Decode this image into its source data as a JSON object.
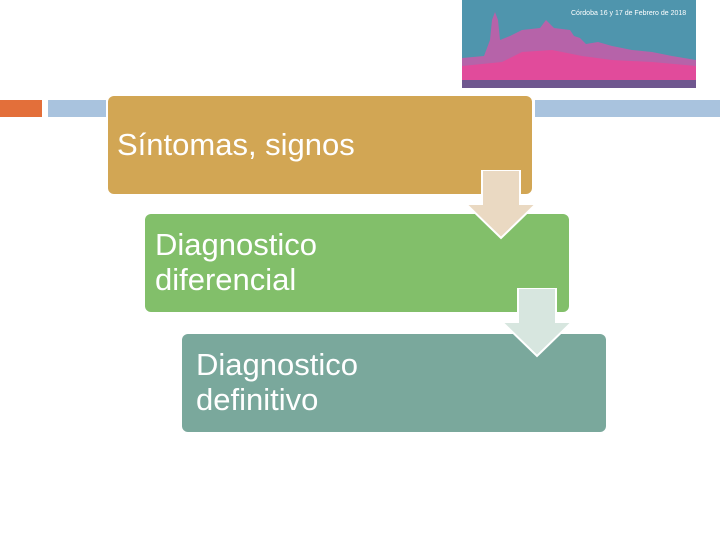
{
  "banner": {
    "text": "Córdoba 16 y 17 de Febrero de 2018"
  },
  "steps": [
    {
      "lines": [
        "Síntomas, signos"
      ]
    },
    {
      "lines": [
        "Diagnostico",
        "diferencial"
      ]
    },
    {
      "lines": [
        "Diagnostico",
        "definitivo"
      ]
    }
  ],
  "colors": {
    "step1": "#d2a654",
    "step2": "#82bf6a",
    "step3": "#7aa89c",
    "accent_orange": "#e36f3a",
    "accent_blue": "#a9c3de",
    "banner_bg": "#4f95ad",
    "banner_pink": "#d74a9e"
  },
  "icons": [
    "cathedral-skyline-image",
    "down-arrow-icon"
  ]
}
